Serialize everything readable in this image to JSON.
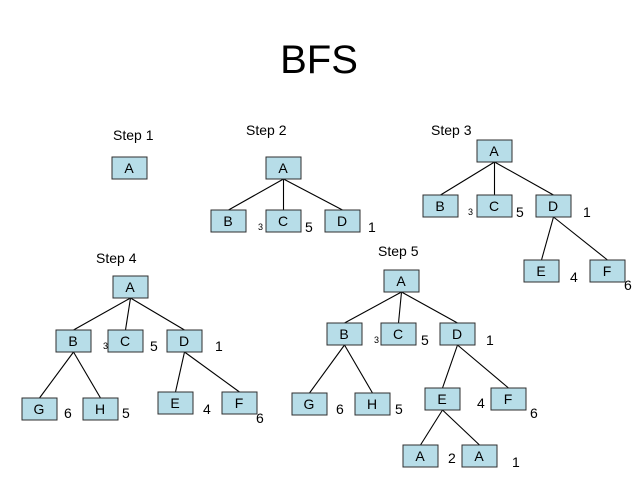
{
  "title": "BFS",
  "colors": {
    "node_fill": "#b7dde8",
    "node_stroke": "#2f2f2f",
    "edge": "#000000"
  },
  "steps": [
    {
      "label": "Step 1",
      "nodes": [
        {
          "id": "a",
          "label": "A"
        }
      ],
      "edges": [],
      "weights": []
    },
    {
      "label": "Step 2",
      "nodes": [
        {
          "id": "a",
          "label": "A"
        },
        {
          "id": "b",
          "label": "B"
        },
        {
          "id": "c",
          "label": "C"
        },
        {
          "id": "d",
          "label": "D"
        }
      ],
      "edges": [
        [
          "a",
          "b"
        ],
        [
          "a",
          "c"
        ],
        [
          "a",
          "d"
        ]
      ],
      "weights": [
        {
          "id": "w3",
          "text": "3",
          "size": "small"
        },
        {
          "id": "w5",
          "text": "5"
        },
        {
          "id": "w1",
          "text": "1"
        }
      ]
    },
    {
      "label": "Step 3",
      "nodes": [
        {
          "id": "a",
          "label": "A"
        },
        {
          "id": "b",
          "label": "B"
        },
        {
          "id": "c",
          "label": "C"
        },
        {
          "id": "d",
          "label": "D"
        },
        {
          "id": "e",
          "label": "E"
        },
        {
          "id": "f",
          "label": "F"
        }
      ],
      "edges": [
        [
          "a",
          "b"
        ],
        [
          "a",
          "c"
        ],
        [
          "a",
          "d"
        ],
        [
          "d",
          "e"
        ],
        [
          "d",
          "f"
        ]
      ],
      "weights": [
        {
          "id": "w3",
          "text": "3",
          "size": "small"
        },
        {
          "id": "w5",
          "text": "5"
        },
        {
          "id": "w1",
          "text": "1"
        },
        {
          "id": "w4",
          "text": "4"
        },
        {
          "id": "w6",
          "text": "6"
        }
      ]
    },
    {
      "label": "Step 4",
      "nodes": [
        {
          "id": "a",
          "label": "A"
        },
        {
          "id": "b",
          "label": "B"
        },
        {
          "id": "c",
          "label": "C"
        },
        {
          "id": "d",
          "label": "D"
        },
        {
          "id": "g",
          "label": "G"
        },
        {
          "id": "h",
          "label": "H"
        },
        {
          "id": "e",
          "label": "E"
        },
        {
          "id": "f",
          "label": "F"
        }
      ],
      "edges": [
        [
          "a",
          "b"
        ],
        [
          "a",
          "c"
        ],
        [
          "a",
          "d"
        ],
        [
          "b",
          "g"
        ],
        [
          "b",
          "h"
        ],
        [
          "d",
          "e"
        ],
        [
          "d",
          "f"
        ]
      ],
      "weights": [
        {
          "id": "w3",
          "text": "3",
          "size": "small"
        },
        {
          "id": "w5",
          "text": "5"
        },
        {
          "id": "w1",
          "text": "1"
        },
        {
          "id": "wg",
          "text": "6"
        },
        {
          "id": "wh",
          "text": "5"
        },
        {
          "id": "we",
          "text": "4"
        },
        {
          "id": "wf",
          "text": "6"
        }
      ]
    },
    {
      "label": "Step 5",
      "nodes": [
        {
          "id": "a",
          "label": "A"
        },
        {
          "id": "b",
          "label": "B"
        },
        {
          "id": "c",
          "label": "C"
        },
        {
          "id": "d",
          "label": "D"
        },
        {
          "id": "g",
          "label": "G"
        },
        {
          "id": "h",
          "label": "H"
        },
        {
          "id": "e",
          "label": "E"
        },
        {
          "id": "f",
          "label": "F"
        },
        {
          "id": "a2",
          "label": "A"
        },
        {
          "id": "a3",
          "label": "A"
        }
      ],
      "edges": [
        [
          "a",
          "b"
        ],
        [
          "a",
          "c"
        ],
        [
          "a",
          "d"
        ],
        [
          "b",
          "g"
        ],
        [
          "b",
          "h"
        ],
        [
          "d",
          "e"
        ],
        [
          "d",
          "f"
        ],
        [
          "e",
          "a2"
        ],
        [
          "e",
          "a3"
        ]
      ],
      "weights": [
        {
          "id": "w3",
          "text": "3",
          "size": "small"
        },
        {
          "id": "w5",
          "text": "5"
        },
        {
          "id": "w1",
          "text": "1"
        },
        {
          "id": "wg",
          "text": "6"
        },
        {
          "id": "wh",
          "text": "5"
        },
        {
          "id": "we",
          "text": "4"
        },
        {
          "id": "wf",
          "text": "6"
        },
        {
          "id": "w2",
          "text": "2"
        },
        {
          "id": "wa",
          "text": "1"
        }
      ]
    }
  ]
}
